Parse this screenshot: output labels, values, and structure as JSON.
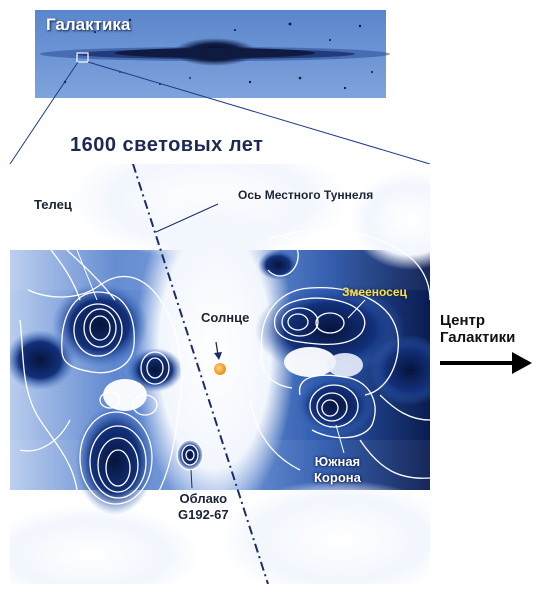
{
  "galaxy_inset": {
    "title": "Галактика"
  },
  "scale_label": "1600 световых лет",
  "labels": {
    "taurus": "Телец",
    "tunnel_axis": "Ось Местного Туннеля",
    "ophiuchus": "Змееносец",
    "sun": "Солнце",
    "south_corona_line1": "Южная",
    "south_corona_line2": "Корона",
    "cloud_line1": "Облако",
    "cloud_line2": "G192-67"
  },
  "galactic_center": {
    "line1": "Центр",
    "line2": "Галактики"
  },
  "colors": {
    "dark_blue": "#0b1d4f",
    "mid_blue": "#3b6cc4",
    "light_blue": "#9cb8e6",
    "sun": "#f5a623",
    "axis_line": "#1b2d66"
  }
}
